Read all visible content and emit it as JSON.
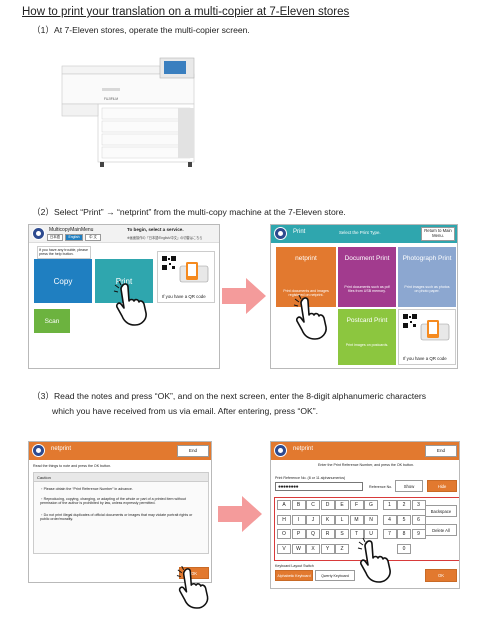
{
  "title": "How to print your translation on a multi-copier at 7-Eleven stores",
  "steps": {
    "s1": "（1）At 7-Eleven stores, operate the multi-copier screen.",
    "s2": "（2）Select “Print” → “netprint” from the multi-copy machine at the 7-Eleven store.",
    "s3a": "（3）Read the notes and press “OK”, and on the next screen, enter the 8-digit alphanumeric characters",
    "s3b": "which you have received from us via email. After entering, press “OK”."
  },
  "copier_photo": {
    "brand": "FUJIFILM"
  },
  "screen_menu": {
    "app_title": "MulticopyMainMenu",
    "lang_ja": "日本語",
    "lang_en": "English",
    "lang_zh": "中 文",
    "instruction": "To begin, select a service.",
    "instruction_sub": "※画面操作の「日本語/English/中文」の切替はこちら",
    "help": "If you have any trouble, please press the help button.",
    "copy": "Copy",
    "print": "Print",
    "scan": "Scan",
    "qr_caption": "If you have a QR code"
  },
  "screen_print_type": {
    "header_title": "Print",
    "header_center": "Select the Print Type.",
    "return_label": "Return to Main Menu.",
    "netprint": "netprint",
    "netprint_sub": "Print documents and images registered on netprint.",
    "document_print": "Document Print",
    "document_sub": "Print documents such as pdf files from USB memory.",
    "photo_print": "Photograph Print",
    "photo_sub": "Print images such as photos on photo paper.",
    "postcard_print": "Postcard Print",
    "postcard_sub": "Print images on postcards.",
    "qr_caption": "If you have a QR code"
  },
  "screen_notes": {
    "header_title": "netprint",
    "end": "End",
    "instruction": "Read the things to note and press the OK button.",
    "caution_title": "Caution",
    "bullet1": "・Please obtain the “Print Reference Number” in advance.",
    "bullet2": "・Reproducing, copying, changing, or adapting of the whole or part of a printed item without permission of the author is prohibited by law, unless expressly permitted.",
    "bullet3": "・Do not print illegal duplicates of official documents or images that may violate portrait rights or public order/morality.",
    "ok": "OK"
  },
  "screen_entry": {
    "header_title": "netprint",
    "end": "End",
    "instruction": "Enter the Print Reference Number, and press the OK button.",
    "field_label": "Print Reference No. (8 or 11 alphanumerics)",
    "field_value": "●●●●●●●●",
    "ref_label": "Reference No.",
    "show": "Show",
    "hide": "Hide",
    "backspace": "Backspace",
    "delete_all": "Delete All",
    "layout_label": "Keyboard Layout Switch",
    "alpha_order": "Alphabetic Keyboard",
    "qwerty": "Qwerty Keyboard",
    "ok": "OK",
    "keys": [
      "A",
      "B",
      "C",
      "D",
      "E",
      "F",
      "G",
      "1",
      "2",
      "3",
      "H",
      "I",
      "J",
      "K",
      "L",
      "M",
      "N",
      "4",
      "5",
      "6",
      "O",
      "P",
      "Q",
      "R",
      "S",
      "T",
      "U",
      "7",
      "8",
      "9",
      "V",
      "W",
      "X",
      "Y",
      "Z",
      "",
      "",
      "",
      "0",
      ""
    ]
  },
  "colors": {
    "orange": "#e2792f",
    "teal": "#2fa6ae",
    "blue": "#1f7fc1",
    "green": "#6cb33f",
    "lightgreen": "#8cc63f",
    "pink_arrow": "#f49b9b",
    "red_box": "#d83a3a"
  }
}
